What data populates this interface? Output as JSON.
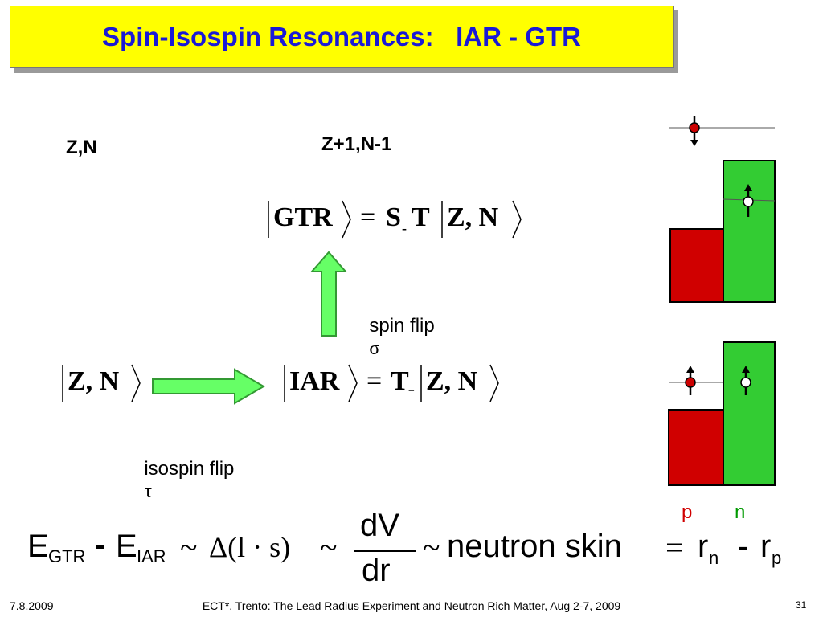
{
  "slide": {
    "title": "Spin-Isospin Resonances:   IAR - GTR",
    "label_zn": "Z,N",
    "label_z1n1": "Z+1,N-1",
    "spin_flip": "spin flip",
    "sigma": "σ",
    "isospin_flip": "isospin flip",
    "tau": "τ",
    "gtr_eq": {
      "ket_left": "GTR",
      "eq": "=",
      "S": "S",
      "S_sub": "-",
      "T": "T",
      "T_sub": "−",
      "ket_right": "Z, N"
    },
    "iar_eq": {
      "ket_left": "IAR",
      "eq": "=",
      "T": "T",
      "T_sub": "−",
      "ket_right": "Z, N"
    },
    "zn_ket": "Z, N",
    "p_label": "p",
    "n_label": "n",
    "formula": {
      "E1": "E",
      "E1_sub": "GTR",
      "minus": "-",
      "E2": "E",
      "E2_sub": "IAR",
      "sim1": "~",
      "delta": "Δ(l · s)",
      "sim2": "~",
      "num": "dV",
      "den": "dr",
      "sim3": "~",
      "skin": "neutron skin",
      "eq": "=",
      "r1": "r",
      "r1_sub": "n",
      "minus2": "-",
      "r2": "r",
      "r2_sub": "p"
    }
  },
  "footer": {
    "date": "7.8.2009",
    "conference": "ECT*, Trento: The Lead Radius Experiment and Neutron Rich Matter, Aug 2-7, 2009",
    "page": "31"
  },
  "colors": {
    "title_bg": "#ffff00",
    "title_text": "#1a1ad6",
    "red": "#d00000",
    "green": "#33cc33",
    "arrow_green": "#66ff66"
  }
}
